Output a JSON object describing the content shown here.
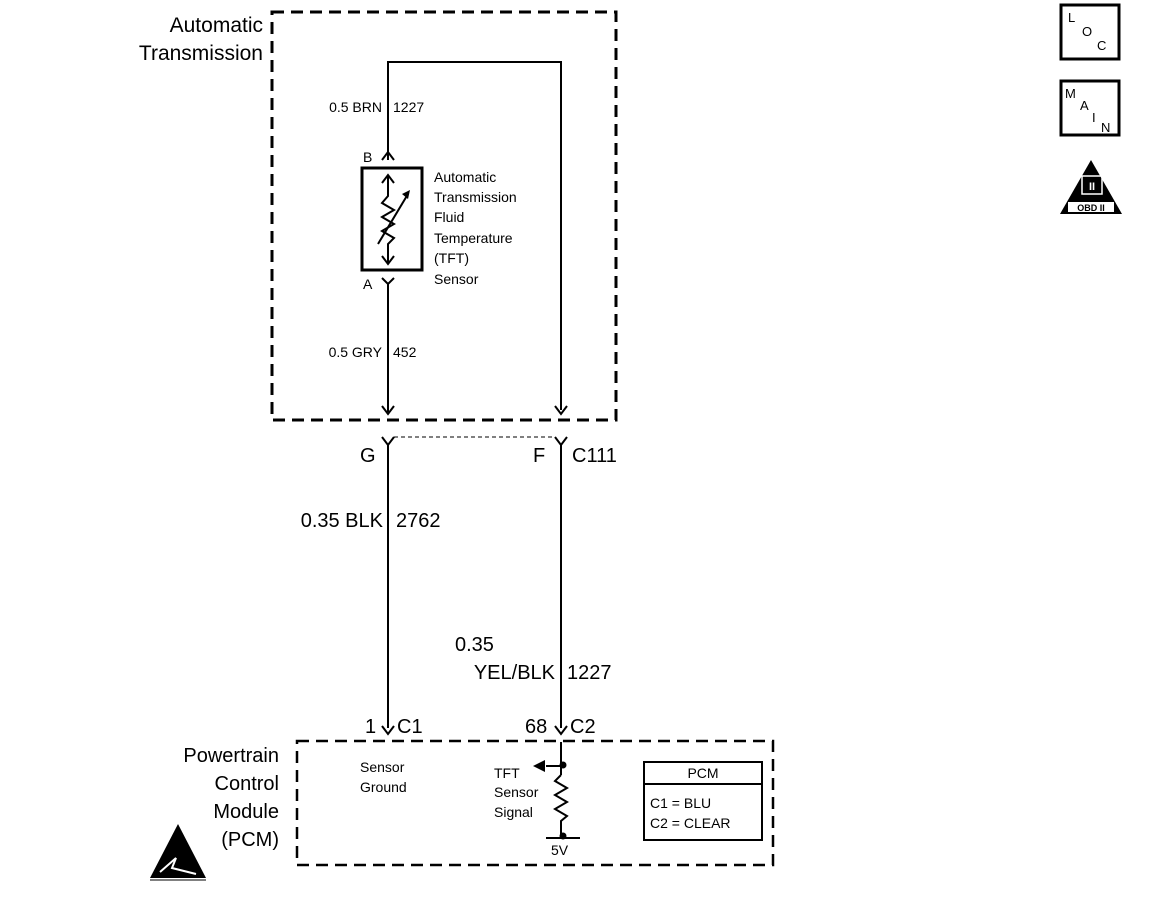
{
  "transmission": {
    "title_line1": "Automatic",
    "title_line2": "Transmission",
    "wire_top": "0.5 BRN",
    "wire_top_circuit": "1227",
    "pin_b": "B",
    "pin_a": "A",
    "sensor_line1": "Automatic",
    "sensor_line2": "Transmission",
    "sensor_line3": "Fluid",
    "sensor_line4": "Temperature",
    "sensor_line5": "(TFT)",
    "sensor_line6": "Sensor",
    "wire_bottom": "0.5 GRY",
    "wire_bottom_circuit": "452"
  },
  "connector_c111": {
    "pin_g": "G",
    "pin_f": "F",
    "name": "C111"
  },
  "harness": {
    "left_wire": "0.35 BLK",
    "left_circuit": "2762",
    "right_wire_line1": "0.35",
    "right_wire_line2": "YEL/BLK",
    "right_circuit": "1227"
  },
  "pcm": {
    "pin_1": "1",
    "conn_c1": "C1",
    "pin_68": "68",
    "conn_c2": "C2",
    "title_line1": "Powertrain",
    "title_line2": "Control",
    "title_line3": "Module",
    "title_line4": "(PCM)",
    "ground_line1": "Sensor",
    "ground_line2": "Ground",
    "signal_line1": "TFT",
    "signal_line2": "Sensor",
    "signal_line3": "Signal",
    "voltage": "5V",
    "legend_title": "PCM",
    "legend_row1": "C1 = BLU",
    "legend_row2": "C2 = CLEAR"
  },
  "badges": {
    "loc_l": "L",
    "loc_o": "O",
    "loc_c": "C",
    "main_m": "M",
    "main_a": "A",
    "main_i": "I",
    "main_n": "N",
    "obd_label": "OBD II",
    "obd_roman": "II"
  },
  "icons": {
    "esd": "esd-warning-icon",
    "obd": "obd-ii-icon"
  }
}
